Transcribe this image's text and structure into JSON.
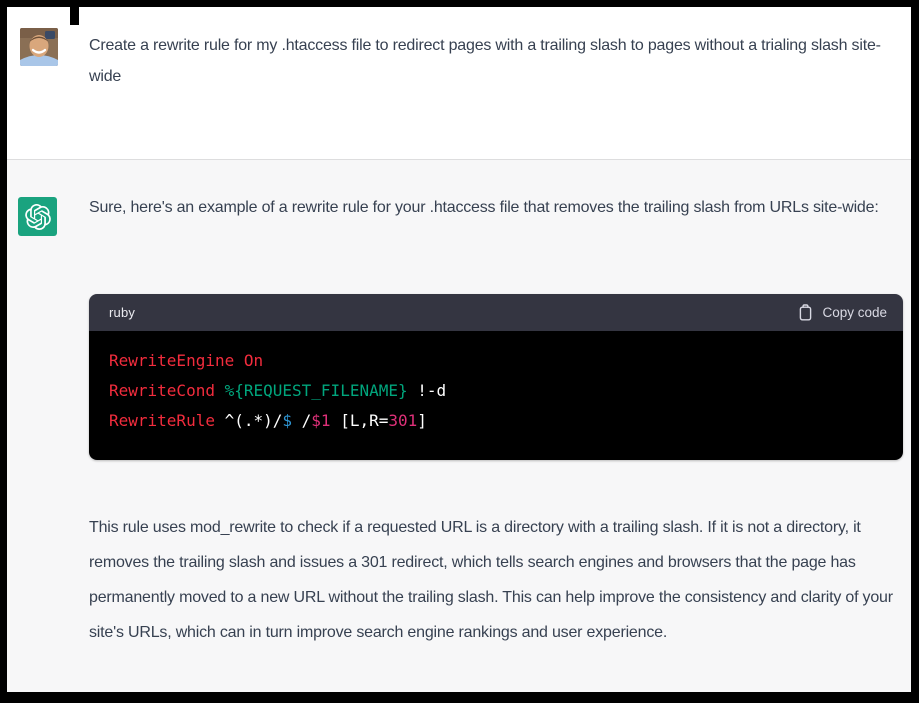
{
  "user_message": {
    "text": "Create a rewrite rule for my .htaccess file to redirect pages with a trailing slash to pages without a trialing slash site-wide"
  },
  "assistant_message": {
    "intro": "Sure, here's an example of a rewrite rule for your .htaccess file that removes the trailing slash from URLs site-wide:",
    "explanation": "This rule uses mod_rewrite to check if a requested URL is a directory with a trailing slash. If it is not a directory, it removes the trailing slash and issues a 301 redirect, which tells search engines and browsers that the page has permanently moved to a new URL without the trailing slash. This can help improve the consistency and clarity of your site's URLs, which can in turn improve search engine rankings and user experience."
  },
  "code_block": {
    "language_label": "ruby",
    "copy_button_label": "Copy code",
    "code_text": "RewriteEngine On\nRewriteCond %{REQUEST_FILENAME} !-d\nRewriteRule ^(.*)/$ /$1 [L,R=301]",
    "lines": [
      [
        {
          "text": "RewriteEngine On",
          "color": "red"
        }
      ],
      [
        {
          "text": "RewriteCond ",
          "color": "red"
        },
        {
          "text": "%{REQUEST_FILENAME}",
          "color": "green"
        },
        {
          "text": " !-d",
          "color": "plain"
        }
      ],
      [
        {
          "text": "RewriteRule ",
          "color": "red"
        },
        {
          "text": "^(.*)/",
          "color": "plain"
        },
        {
          "text": "$",
          "color": "blue"
        },
        {
          "text": " /",
          "color": "plain"
        },
        {
          "text": "$1",
          "color": "pink"
        },
        {
          "text": " [L,R=",
          "color": "plain"
        },
        {
          "text": "301",
          "color": "pink"
        },
        {
          "text": "]",
          "color": "plain"
        }
      ]
    ],
    "token_colors": {
      "red": "#f22c3d",
      "green": "#00a67d",
      "blue": "#2e95d3",
      "pink": "#df3079",
      "plain": "#ffffff"
    }
  },
  "icons": {
    "assistant_avatar": "openai-logo",
    "copy_button": "clipboard-icon"
  },
  "colors": {
    "frame_border": "#000000",
    "user_bg": "#ffffff",
    "assistant_bg": "#f7f7f8",
    "code_header_bg": "#343541",
    "code_body_bg": "#000000",
    "assistant_avatar_bg": "#1aa37f",
    "body_text": "#374151",
    "code_header_text": "#d9d9e3"
  }
}
